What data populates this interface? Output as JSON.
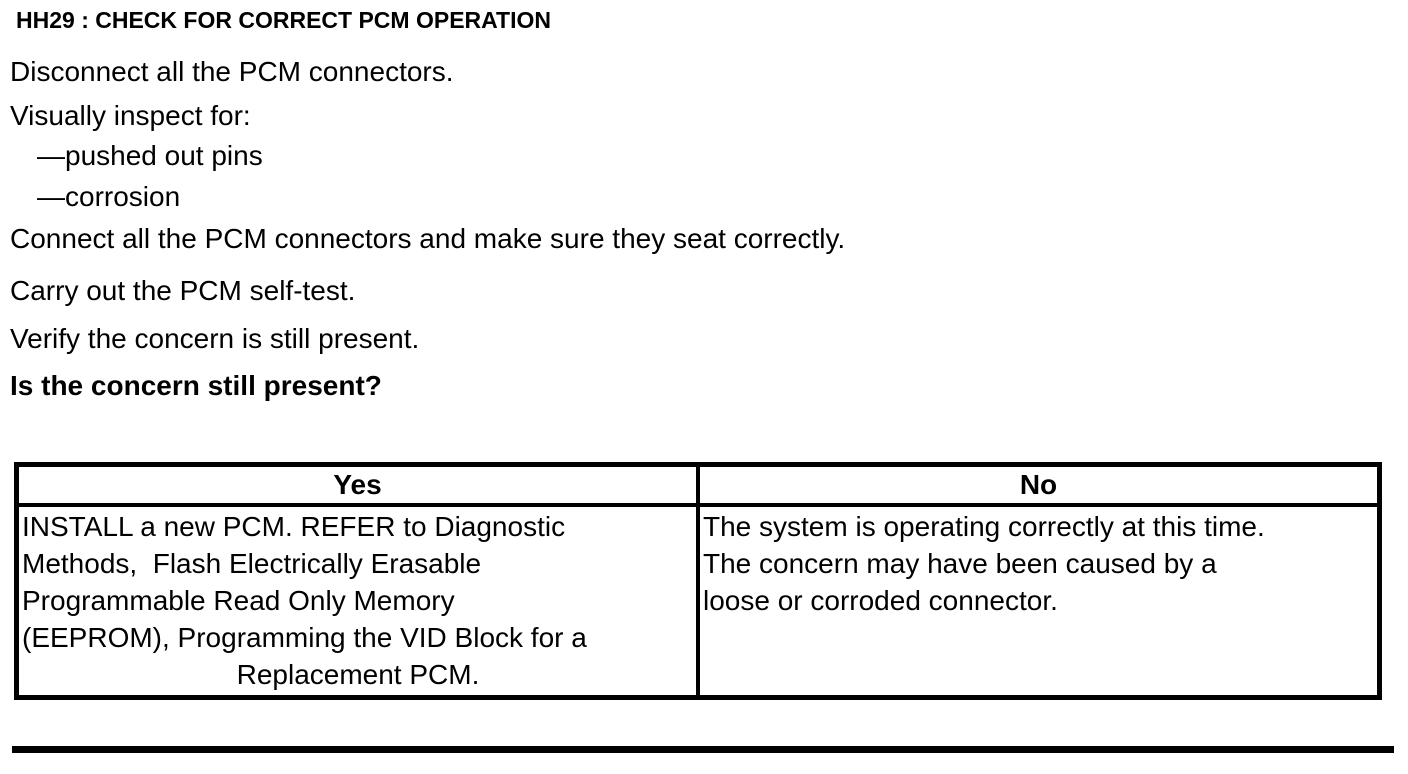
{
  "colors": {
    "text": "#000000",
    "background": "#ffffff",
    "table_border": "#000000"
  },
  "procedure": {
    "title": "HH29 : CHECK FOR CORRECT PCM OPERATION",
    "step1": "Disconnect all the PCM connectors.",
    "step2": "Visually inspect for:",
    "inspect_items": {
      "item1": "—pushed out pins",
      "item2": "—corrosion"
    },
    "step3": "Connect all the PCM connectors and make sure they seat correctly.",
    "step4": "Carry out the PCM self-test.",
    "step5": "Verify the concern is still present.",
    "question": "Is the concern still present?"
  },
  "results_table": {
    "yes_header": "Yes",
    "no_header": "No",
    "yes_lines": [
      "INSTALL a new PCM. REFER to Diagnostic",
      "Methods,  Flash Electrically Erasable",
      "Programmable Read Only Memory",
      "(EEPROM), Programming the VID Block for a",
      "Replacement PCM."
    ],
    "no_lines": [
      "The system is operating correctly at this time.",
      "The concern may have been caused by a",
      "loose or corroded connector."
    ]
  }
}
